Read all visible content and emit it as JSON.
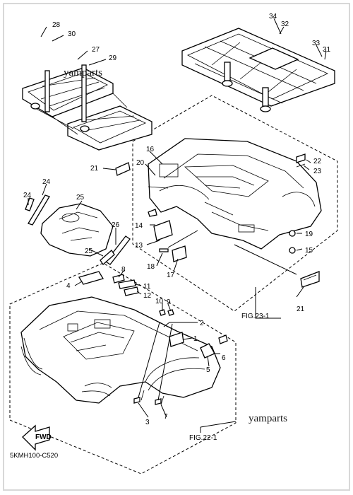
{
  "watermarks": [
    "yamparts",
    "yamparts"
  ],
  "figure_refs": [
    "FIG.23-1",
    "FIG.22-1"
  ],
  "diagram_code": "5KMH100-C520",
  "arrow_label": "FWD",
  "callouts": [
    "28",
    "30",
    "27",
    "29",
    "34",
    "32",
    "33",
    "31",
    "16",
    "21",
    "20",
    "22",
    "23",
    "24",
    "25",
    "26",
    "24",
    "25",
    "14",
    "13",
    "18",
    "17",
    "19",
    "15",
    "4",
    "8",
    "11",
    "12",
    "10",
    "9",
    "2",
    "1",
    "6",
    "5",
    "7",
    "3",
    "21"
  ]
}
